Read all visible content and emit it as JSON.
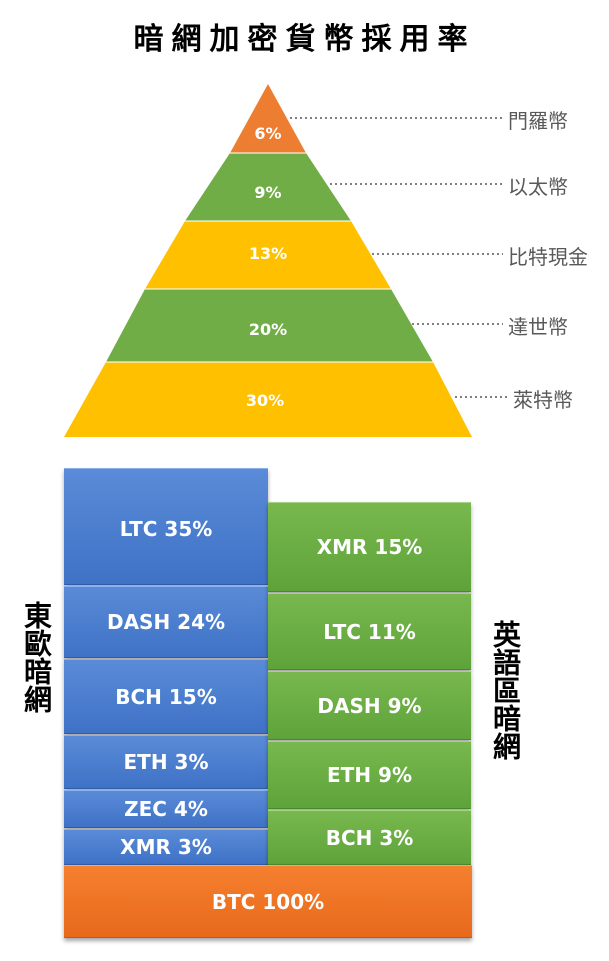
{
  "title": "暗網加密貨幣採用率",
  "pyramid": {
    "tiers": [
      {
        "label": "門羅幣",
        "value": "6%",
        "color": "#ed7d31"
      },
      {
        "label": "以太幣",
        "value": "9%",
        "color": "#70ad47"
      },
      {
        "label": "比特現金",
        "value": "13%",
        "color": "#ffc000"
      },
      {
        "label": "達世幣",
        "value": "20%",
        "color": "#70ad47"
      },
      {
        "label": "萊特幣",
        "value": "30%",
        "color": "#ffc000"
      }
    ]
  },
  "eastern_europe": {
    "label": "東歐暗網",
    "blocks": [
      {
        "text": "LTC 35%"
      },
      {
        "text": "DASH 24%"
      },
      {
        "text": "BCH 15%"
      },
      {
        "text": "ETH 3%"
      },
      {
        "text": "ZEC 4%"
      },
      {
        "text": "XMR 3%"
      }
    ],
    "color": "#4472c4"
  },
  "english": {
    "label": "英語區暗網",
    "blocks": [
      {
        "text": "XMR 15%"
      },
      {
        "text": "LTC 11%"
      },
      {
        "text": "DASH 9%"
      },
      {
        "text": "ETH 9%"
      },
      {
        "text": "BCH 3%"
      }
    ],
    "color": "#70ad47"
  },
  "base": {
    "text": "BTC 100%",
    "color": "#ed7d31"
  }
}
